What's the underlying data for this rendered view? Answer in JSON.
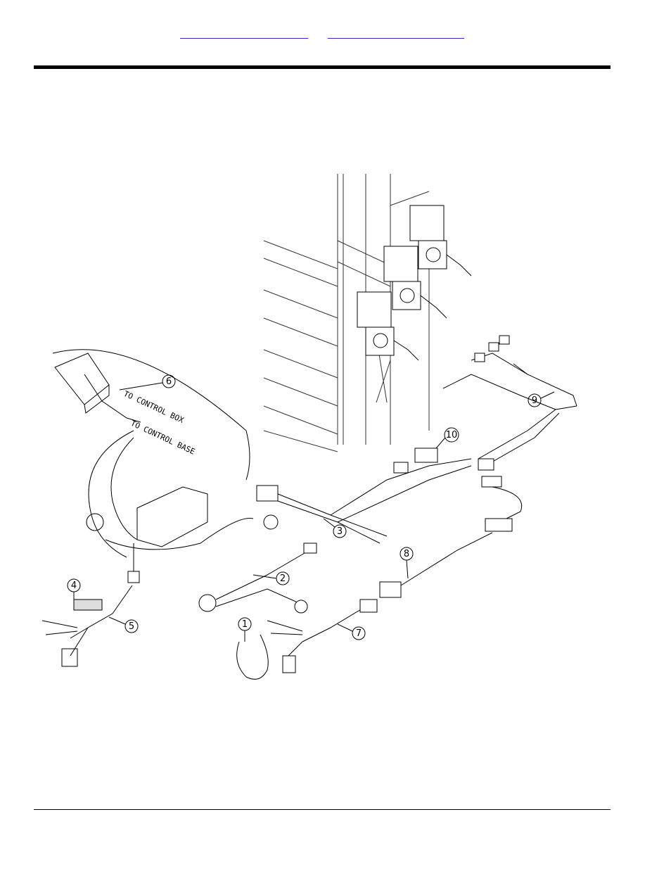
{
  "header": {
    "links": [
      {
        "label": ""
      },
      {
        "label": ""
      }
    ]
  },
  "figure": {
    "annotations": {
      "control_box": "TO CONTROL BOX",
      "control_base": "TO CONTROL BASE"
    },
    "callouts": [
      "1",
      "2",
      "3",
      "4",
      "5",
      "6",
      "7",
      "8",
      "9",
      "10"
    ]
  }
}
